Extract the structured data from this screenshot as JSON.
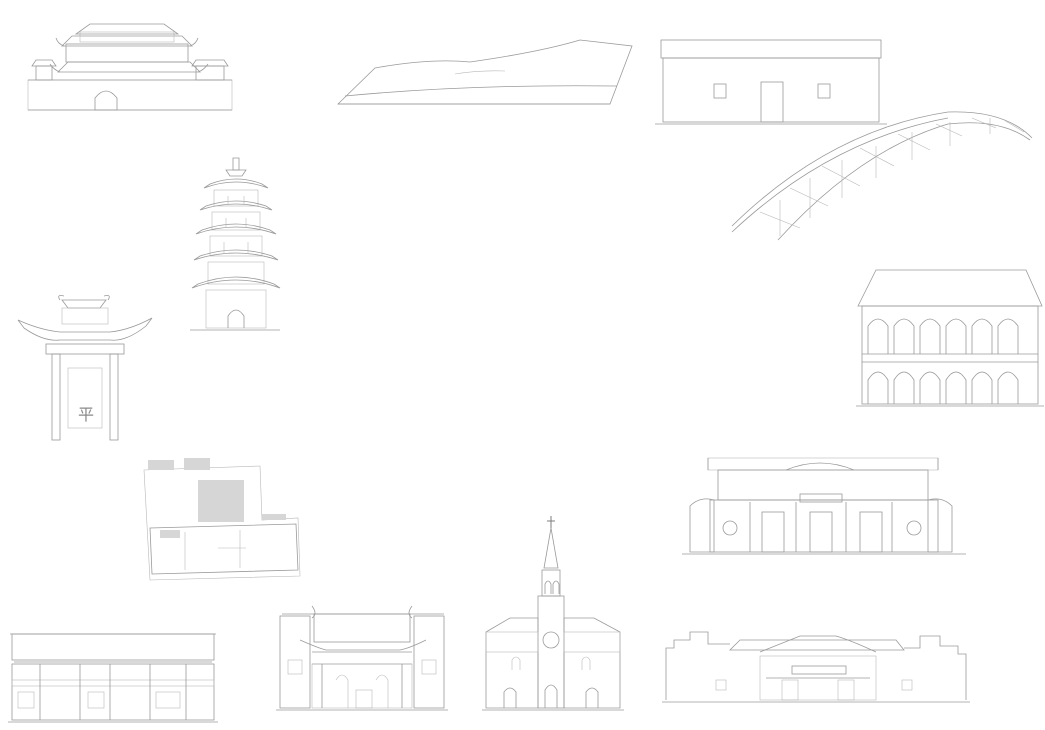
{
  "sketches": [
    {
      "id": "city-gate-tower",
      "icon": "city-gate-tower-drawing"
    },
    {
      "id": "wave-roof-pavilion",
      "icon": "wave-roof-drawing"
    },
    {
      "id": "brick-warehouse",
      "icon": "warehouse-drawing"
    },
    {
      "id": "arch-truss-bridge",
      "icon": "arch-bridge-drawing"
    },
    {
      "id": "pagoda",
      "icon": "pagoda-drawing"
    },
    {
      "id": "paifang-gate",
      "icon": "paifang-drawing",
      "inscription": "平"
    },
    {
      "id": "arcade-building",
      "icon": "arcade-building-drawing"
    },
    {
      "id": "floor-plan",
      "icon": "floor-plan-drawing"
    },
    {
      "id": "guildhall-facade",
      "icon": "guildhall-drawing"
    },
    {
      "id": "two-storey-shophouse",
      "icon": "shophouse-drawing"
    },
    {
      "id": "temple-section",
      "icon": "temple-section-drawing"
    },
    {
      "id": "gothic-church",
      "icon": "church-drawing"
    },
    {
      "id": "huizhou-ancestral-hall",
      "icon": "ancestral-hall-drawing"
    }
  ],
  "colors": {
    "background": "#ffffff",
    "line": "#9a9a9a",
    "light_line": "#b8b8b8"
  }
}
